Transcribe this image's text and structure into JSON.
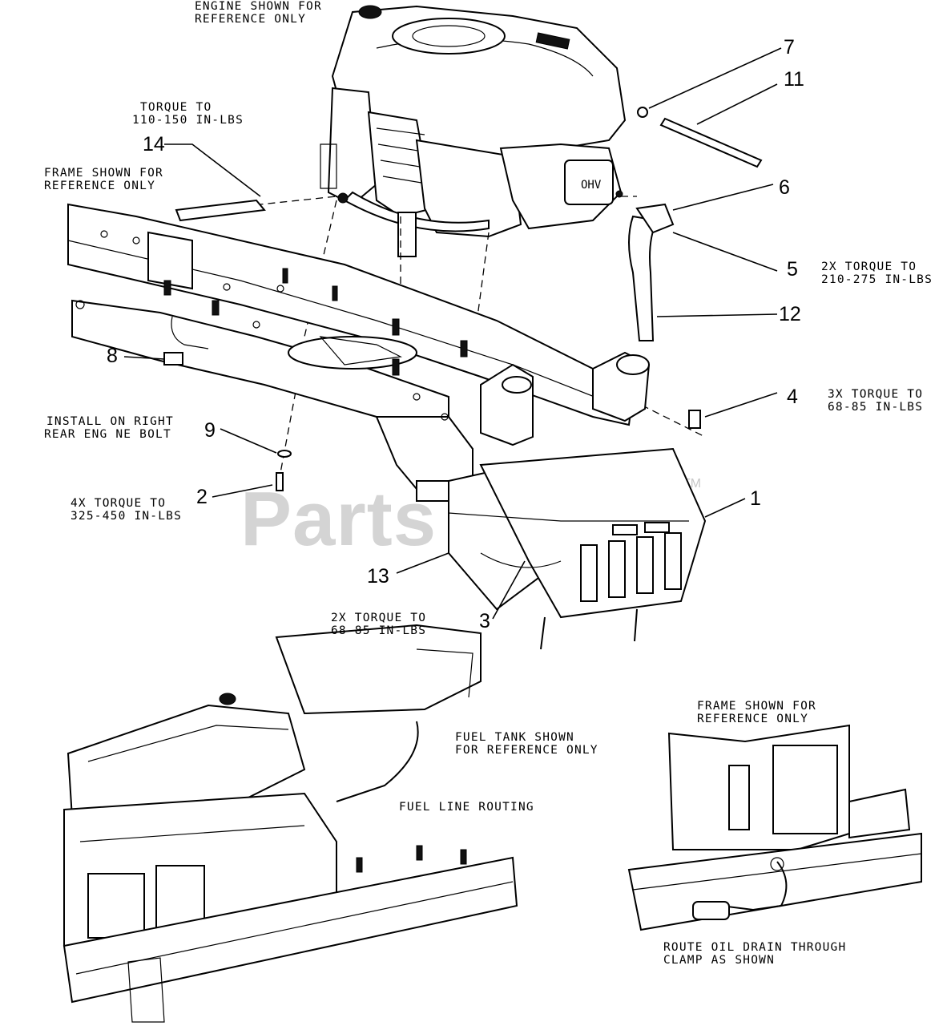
{
  "watermark": {
    "text": "PartsTree",
    "tm": "TM"
  },
  "notes": {
    "engine_ref": [
      "ENGINE SHOWN FOR",
      "REFERENCE ONLY"
    ],
    "torque_14": [
      "TORQUE TO",
      "110-150 IN-LBS"
    ],
    "frame_ref_top": [
      "FRAME SHOWN FOR",
      "REFERENCE ONLY"
    ],
    "torque_5": [
      "2X TORQUE TO",
      "210-275 IN-LBS"
    ],
    "torque_4": [
      "3X TORQUE TO",
      "68-85 IN-LBS"
    ],
    "install_9": [
      "INSTALL ON RIGHT",
      "REAR ENG NE BOLT"
    ],
    "torque_2": [
      "4X TORQUE TO",
      "325-450 IN-LBS"
    ],
    "torque_3": [
      "2X TORQUE TO",
      "68-85 IN-LBS"
    ],
    "fuel_tank_ref": [
      "FUEL TANK SHOWN",
      "FOR REFERENCE ONLY"
    ],
    "fuel_line": "FUEL LINE ROUTING",
    "frame_ref_bottom": [
      "FRAME SHOWN FOR",
      "REFERENCE ONLY"
    ],
    "oil_drain": [
      "ROUTE OIL DRAIN THROUGH",
      "CLAMP AS SHOWN"
    ]
  },
  "callouts": {
    "c1": "1",
    "c2": "2",
    "c3": "3",
    "c4": "4",
    "c5": "5",
    "c6": "6",
    "c7": "7",
    "c8": "8",
    "c9": "9",
    "c11": "11",
    "c12": "12",
    "c13": "13",
    "c14": "14"
  }
}
